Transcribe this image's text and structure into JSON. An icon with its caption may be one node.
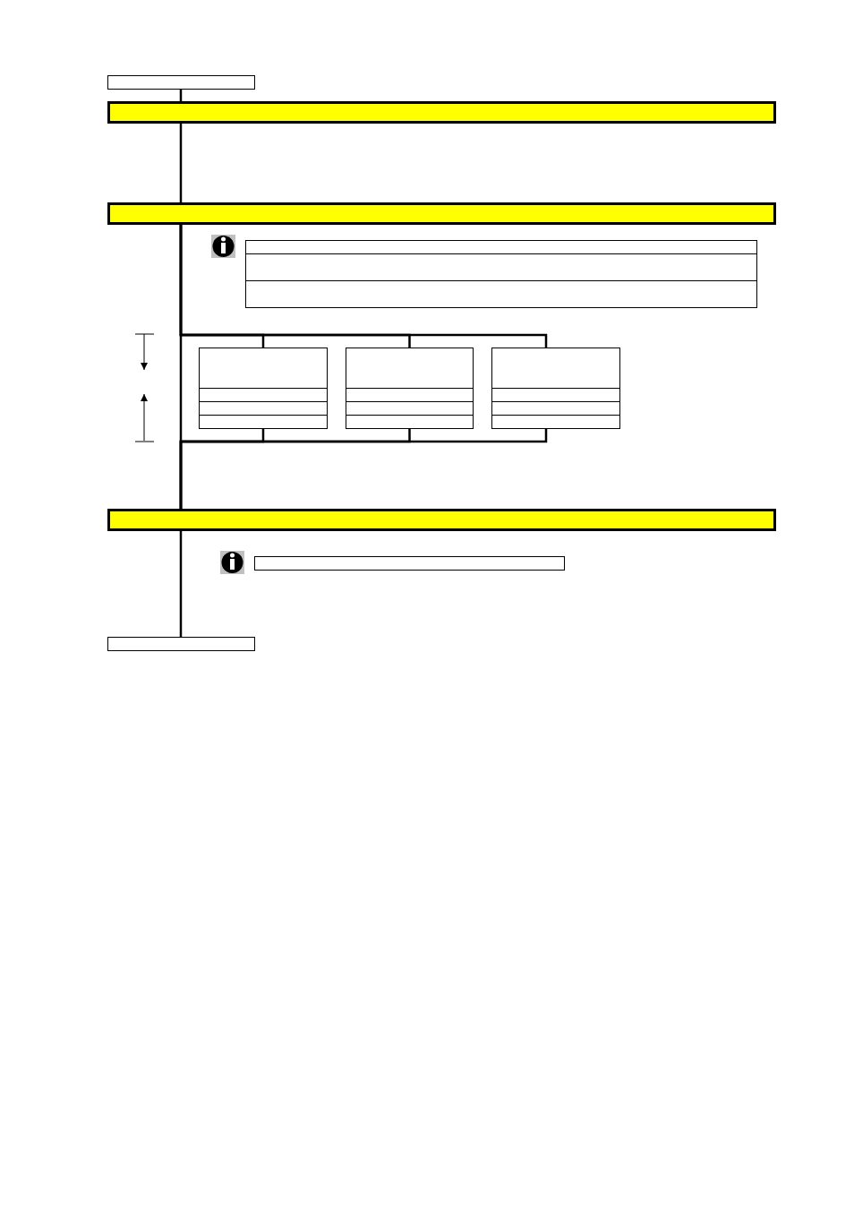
{
  "diagram": {
    "nodes": [
      {
        "text": [],
        "shape": "box"
      },
      {
        "text": [],
        "shape": "bar"
      },
      {
        "text": [],
        "shape": "bar"
      },
      {
        "text": [],
        "shape": "box"
      },
      {
        "text": [],
        "shape": "box"
      },
      {
        "text": [],
        "shape": "box"
      },
      {
        "text": [],
        "shape": "box"
      },
      {
        "text": [],
        "shape": "bar"
      },
      {
        "text": [],
        "shape": "box"
      },
      {
        "text": [],
        "shape": "box"
      }
    ],
    "edges": [
      {
        "from": 0,
        "to": 1,
        "arrow": "none"
      },
      {
        "from": 1,
        "to": 2,
        "arrow": "none"
      },
      {
        "from": 2,
        "to": 7,
        "arrow": "none"
      },
      {
        "from": 2,
        "to": 4,
        "arrow": "none"
      },
      {
        "from": 2,
        "to": 5,
        "arrow": "none"
      },
      {
        "from": 2,
        "to": 6,
        "arrow": "none"
      },
      {
        "from": 4,
        "to": 7,
        "arrow": "none"
      },
      {
        "from": 5,
        "to": 7,
        "arrow": "none"
      },
      {
        "from": 6,
        "to": 7,
        "arrow": "none"
      },
      {
        "from": 7,
        "to": 9,
        "arrow": "none"
      }
    ]
  }
}
